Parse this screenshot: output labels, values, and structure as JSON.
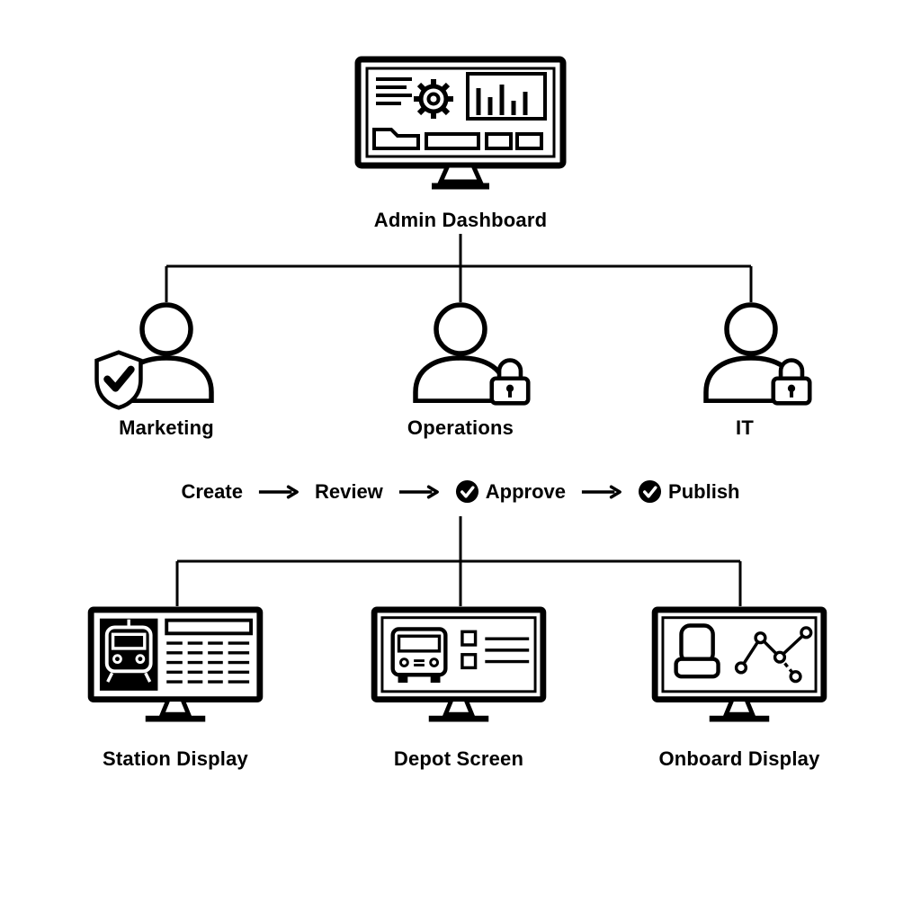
{
  "admin": {
    "label": "Admin Dashboard",
    "icon": "admin-monitor-icon",
    "monitor_contents": [
      "list-lines-icon",
      "gear-icon",
      "bar-chart-icon",
      "folder-icon",
      "widget-rects-icon"
    ]
  },
  "roles": [
    {
      "label": "Marketing",
      "icon": "person-icon",
      "badge": "shield-check-icon"
    },
    {
      "label": "Operations",
      "icon": "person-icon",
      "badge": "lock-icon"
    },
    {
      "label": "IT",
      "icon": "person-icon",
      "badge": "lock-icon"
    }
  ],
  "workflow": {
    "steps": [
      {
        "label": "Create",
        "checked": false
      },
      {
        "label": "Review",
        "checked": false
      },
      {
        "label": "Approve",
        "checked": true,
        "icon": "check-circle-icon"
      },
      {
        "label": "Publish",
        "checked": true,
        "icon": "check-circle-icon"
      }
    ],
    "connector": "arrow-right-icon"
  },
  "displays": [
    {
      "label": "Station Display",
      "icon": "train-screen-icon"
    },
    {
      "label": "Depot Screen",
      "icon": "bus-screen-icon"
    },
    {
      "label": "Onboard Display",
      "icon": "route-screen-icon"
    }
  ],
  "colors": {
    "ink": "#000000",
    "background": "#ffffff"
  }
}
